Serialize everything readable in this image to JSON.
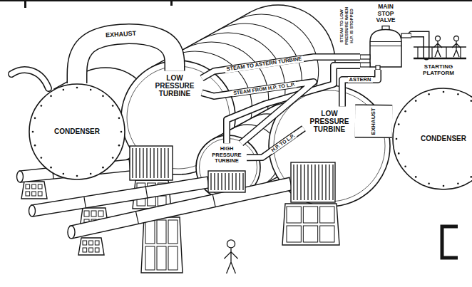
{
  "diagram": {
    "nodes": [
      {
        "text": [
          "CONDENSER"
        ]
      },
      {
        "text": [
          "LOW PRESSURE TURBINE"
        ]
      },
      {
        "text": [
          "HIGH PRESSURE TURBINE"
        ]
      },
      {
        "text": [
          "LOW PRESSURE TURBINE"
        ]
      },
      {
        "text": [
          "CONDENSER"
        ]
      },
      {
        "text": [
          "MAIN STOP VALVE"
        ]
      }
    ],
    "edges": [
      {
        "from": 1,
        "to": 0,
        "label": "EXHAUST",
        "arrow": "none"
      },
      {
        "from": 5,
        "to": 1,
        "label": "STEAM TO ASTERN TURBINE",
        "arrow": "none"
      },
      {
        "from": 5,
        "to": 2,
        "arrow": "none"
      },
      {
        "from": 2,
        "to": 1,
        "label": "STEAM FROM H.P. TO L.P.",
        "arrow": "none"
      },
      {
        "from": 2,
        "to": 3,
        "label": "H.P. TO L.P.",
        "arrow": "none"
      },
      {
        "from": 5,
        "to": 3,
        "label": "ASTERN",
        "arrow": "none"
      },
      {
        "from": 3,
        "to": 4,
        "label": "EXHAUST",
        "arrow": "none"
      }
    ],
    "labels": [
      "STEAM TO LOW PRESSURE WHEN H.P. IS STOPPED",
      "STARTING PLATFORM"
    ]
  }
}
